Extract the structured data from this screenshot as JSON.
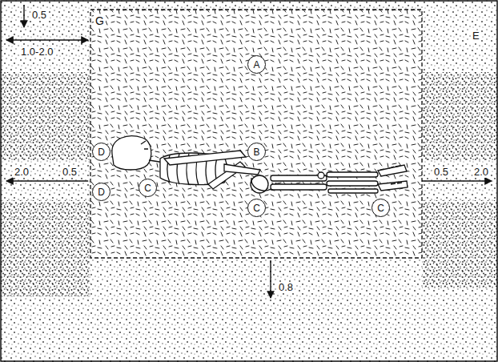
{
  "diagram": {
    "nodes": [
      {
        "text": [
          "G"
        ]
      },
      {
        "text": [
          "A"
        ],
        "in": 0
      },
      {
        "text": [
          "B"
        ],
        "in": 0
      },
      {
        "text": [
          "D"
        ]
      },
      {
        "text": [
          "D"
        ]
      },
      {
        "text": [
          "C"
        ],
        "in": 0
      },
      {
        "text": [
          "C"
        ],
        "in": 0
      },
      {
        "text": [
          "C"
        ],
        "in": 0
      }
    ],
    "labels": [
      "0.5",
      "1.0-2.0",
      "E",
      "2.0",
      "0.5",
      "0.5",
      "2.0",
      "0.8"
    ]
  }
}
